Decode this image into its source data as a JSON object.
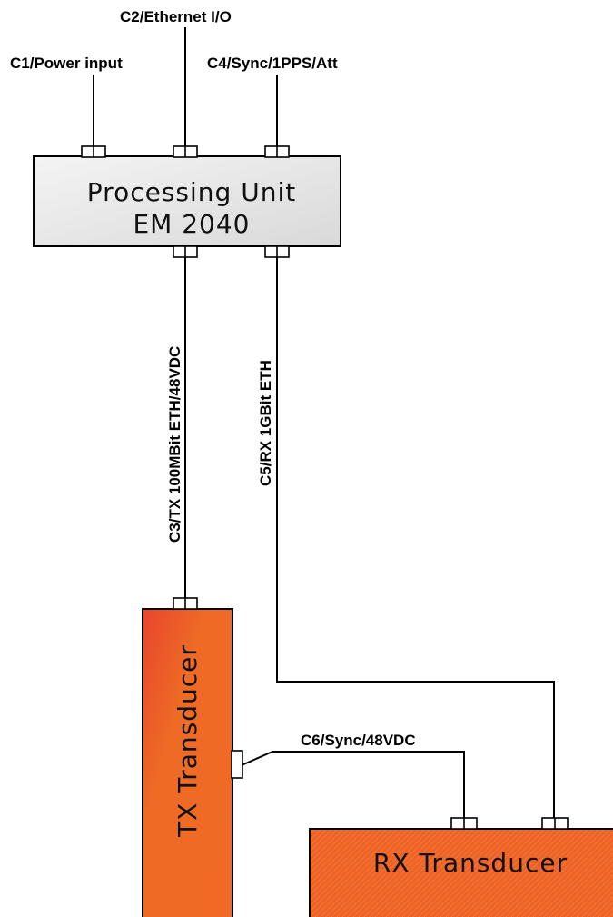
{
  "labels": {
    "c1": "C1/Power input",
    "c2": "C2/Ethernet I/O",
    "c4": "C4/Sync/1PPS/Att",
    "c3": "C3/TX 100MBit ETH/48VDC",
    "c5": "C5/RX 1GBit ETH",
    "c6": "C6/Sync/48VDC"
  },
  "processing_unit": {
    "line1": "Processing Unit",
    "line2": "EM 2040"
  },
  "tx": {
    "label": "TX Transducer"
  },
  "rx": {
    "label": "RX Transducer"
  },
  "colors": {
    "processing_unit_fill": "#e6e6e6",
    "transducer_fill": "#ee6a25",
    "line": "#000000"
  }
}
